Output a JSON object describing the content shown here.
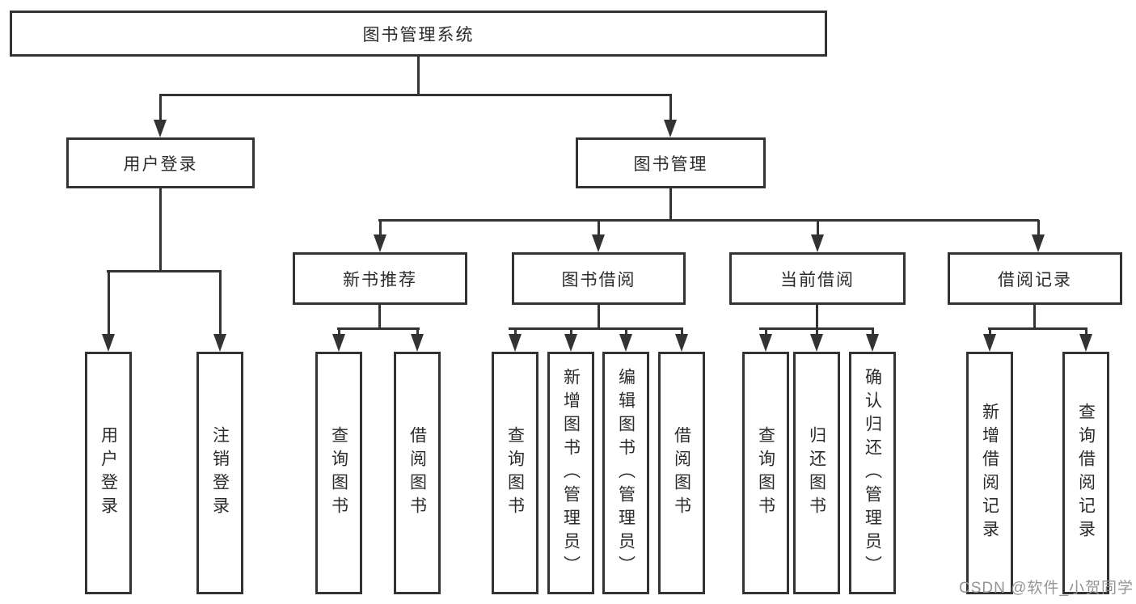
{
  "colors": {
    "line": "#333333",
    "text": "#2b2b2b",
    "background": "#ffffff",
    "watermark": "#949494"
  },
  "nodes": {
    "root": "图书管理系统",
    "userLogin": "用户登录",
    "bookMgmt": "图书管理",
    "newBookRec": "新书推荐",
    "bookBorrow": "图书借阅",
    "currentBorrow": "当前借阅",
    "borrowRecords": "借阅记录",
    "leafUserLogin": "用户登录",
    "leafLogout": "注销登录",
    "leafNbQuery": "查询图书",
    "leafNbBorrow": "借阅图书",
    "leafBbQuery": "查询图书",
    "leafBbAdd": "新增图书（管理员）",
    "leafBbEdit": "编辑图书（管理员）",
    "leafBbBorrow": "借阅图书",
    "leafCbQuery": "查询图书",
    "leafCbReturn": "归还图书",
    "leafCbConfirm": "确认归还（管理员）",
    "leafBrAdd": "新增借阅记录",
    "leafBrQuery": "查询借阅记录"
  },
  "watermark": "CSDN @软件_小贺同学"
}
